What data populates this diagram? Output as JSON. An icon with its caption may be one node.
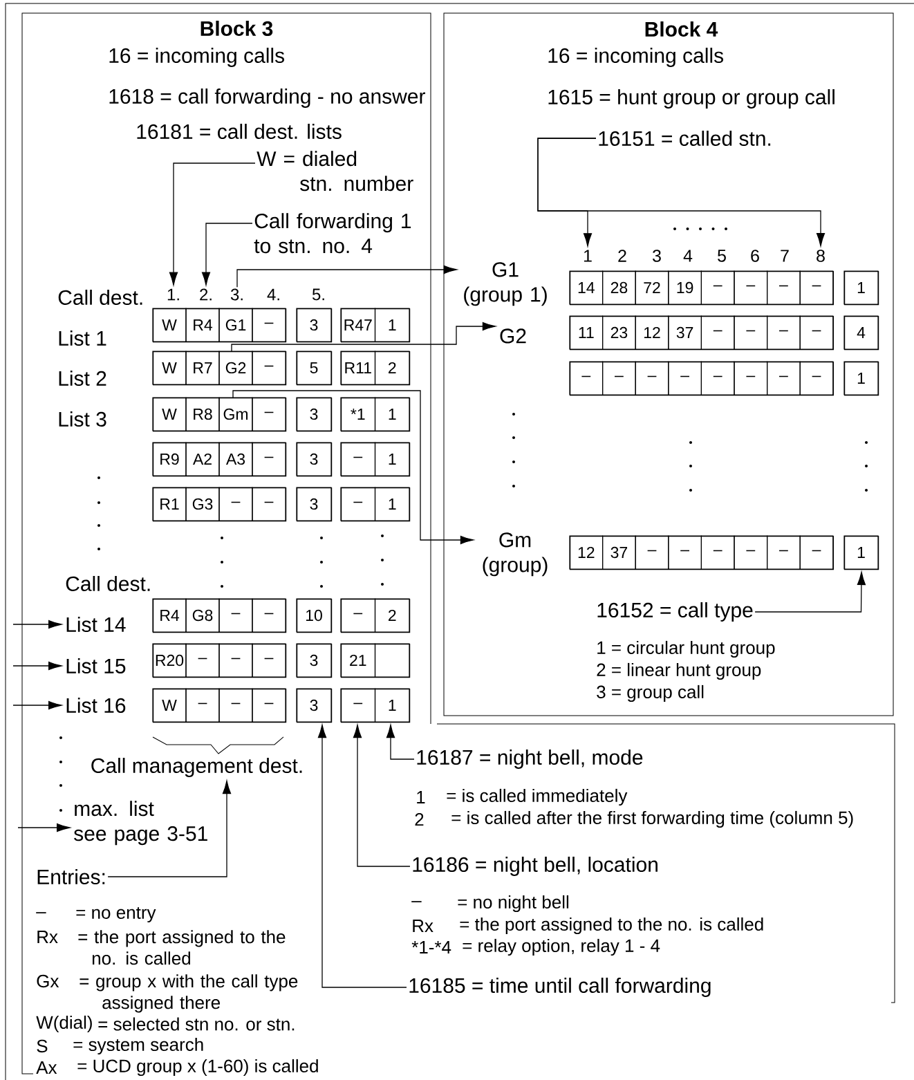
{
  "diagram": {
    "nodes": [
      {
        "text": [
          "Block 3"
        ]
      },
      {
        "text": [
          "Block 4"
        ]
      },
      {
        "text": [
          "W = dialed stn. number"
        ],
        "in": 0
      },
      {
        "text": [
          "Call forwarding 1 to stn. no. 4"
        ],
        "in": 0
      },
      {
        "text": [
          "1."
        ],
        "in": 0
      },
      {
        "text": [
          "2."
        ],
        "in": 0
      },
      {
        "text": [
          "3."
        ],
        "in": 0
      },
      {
        "text": [
          "W",
          "R4",
          "G1",
          "–"
        ],
        "in": 0
      },
      {
        "text": [
          "3"
        ],
        "in": 0
      },
      {
        "text": [
          "R47",
          "1"
        ],
        "in": 0
      },
      {
        "text": [
          "W",
          "R7",
          "G2",
          "–"
        ],
        "in": 0
      },
      {
        "text": [
          "5"
        ],
        "in": 0
      },
      {
        "text": [
          "R11",
          "2"
        ],
        "in": 0
      },
      {
        "text": [
          "W",
          "R8",
          "Gm",
          "–"
        ],
        "in": 0
      },
      {
        "text": [
          "3"
        ],
        "in": 0
      },
      {
        "text": [
          "*1",
          "1"
        ],
        "in": 0
      },
      {
        "text": [
          "R9",
          "A2",
          "A3",
          "–"
        ],
        "in": 0
      },
      {
        "text": [
          "3"
        ],
        "in": 0
      },
      {
        "text": [
          "–",
          "1"
        ],
        "in": 0
      },
      {
        "text": [
          "R1",
          "G3",
          "–",
          "–"
        ],
        "in": 0
      },
      {
        "text": [
          "3"
        ],
        "in": 0
      },
      {
        "text": [
          "–",
          "1"
        ],
        "in": 0
      },
      {
        "text": [
          "R4",
          "G8",
          "–",
          "–"
        ],
        "in": 0
      },
      {
        "text": [
          "10"
        ],
        "in": 0
      },
      {
        "text": [
          "–",
          "2"
        ],
        "in": 0
      },
      {
        "text": [
          "R20",
          "–",
          "–",
          "–"
        ],
        "in": 0
      },
      {
        "text": [
          "3"
        ],
        "in": 0
      },
      {
        "text": [
          "21"
        ],
        "in": 0
      },
      {
        "text": [
          "W",
          "–",
          "–",
          "–"
        ],
        "in": 0
      },
      {
        "text": [
          "3"
        ],
        "in": 0
      },
      {
        "text": [
          "–",
          "1"
        ],
        "in": 0
      },
      {
        "text": [
          "List 14"
        ],
        "in": 0
      },
      {
        "text": [
          "List 15"
        ],
        "in": 0
      },
      {
        "text": [
          "List 16"
        ],
        "in": 0
      },
      {
        "text": [
          "Call management dest."
        ],
        "in": 0
      },
      {
        "text": [
          "max. list see page 3-51"
        ],
        "in": 0
      },
      {
        "text": [
          "Entries:"
        ],
        "in": 0
      },
      {
        "text": [
          "16187 = night bell, mode"
        ]
      },
      {
        "text": [
          "16186 = night bell, location"
        ]
      },
      {
        "text": [
          "16185 = time until call forwarding"
        ]
      },
      {
        "text": [
          "16151 = called stn."
        ],
        "in": 1
      },
      {
        "text": [
          "1"
        ],
        "in": 1
      },
      {
        "text": [
          "8"
        ],
        "in": 1
      },
      {
        "text": [
          "G1 (group 1)"
        ],
        "in": 1
      },
      {
        "text": [
          "G2"
        ],
        "in": 1
      },
      {
        "text": [
          "Gm (group)"
        ],
        "in": 1
      },
      {
        "text": [
          "14",
          "28",
          "72",
          "19",
          "–",
          "–",
          "–",
          "–"
        ],
        "in": 1
      },
      {
        "text": [
          "1"
        ],
        "in": 1
      },
      {
        "text": [
          "11",
          "23",
          "12",
          "37",
          "–",
          "–",
          "–",
          "–"
        ],
        "in": 1
      },
      {
        "text": [
          "4"
        ],
        "in": 1
      },
      {
        "text": [
          "–",
          "–",
          "–",
          "–",
          "–",
          "–",
          "–",
          "–"
        ],
        "in": 1
      },
      {
        "text": [
          "1"
        ],
        "in": 1
      },
      {
        "text": [
          "12",
          "37",
          "–",
          "–",
          "–",
          "–",
          "–",
          "–"
        ],
        "in": 1
      },
      {
        "text": [
          "1"
        ],
        "in": 1
      },
      {
        "text": [
          "16152 = call type"
        ],
        "in": 1
      }
    ],
    "edges": [
      {
        "from": 2,
        "to": 4,
        "arrow": "to"
      },
      {
        "from": 3,
        "to": 5,
        "arrow": "to"
      },
      {
        "from": 6,
        "to": 43,
        "arrow": "to"
      },
      {
        "from": 10,
        "to": 44,
        "arrow": "to"
      },
      {
        "from": 13,
        "to": 45,
        "arrow": "to"
      },
      {
        "from": 40,
        "to": 41,
        "arrow": "to"
      },
      {
        "from": 40,
        "to": 42,
        "arrow": "to"
      },
      {
        "from": 54,
        "to": 53,
        "arrow": "to"
      },
      {
        "from": null,
        "to": 31,
        "arrow": "to"
      },
      {
        "from": null,
        "to": 32,
        "arrow": "to"
      },
      {
        "from": null,
        "to": 33,
        "arrow": "to"
      },
      {
        "from": null,
        "to": 35,
        "arrow": "to"
      },
      {
        "from": 36,
        "to": 34,
        "arrow": "to"
      },
      {
        "from": 37,
        "to": 30,
        "arrow": "to"
      },
      {
        "from": 38,
        "to": 30,
        "arrow": "to"
      },
      {
        "from": 39,
        "to": 29,
        "arrow": "to"
      }
    ],
    "labels": [
      "16 = incoming calls",
      "1618 = call forwarding - no answer",
      "16181 = call dest. lists",
      "16 = incoming calls",
      "1615 = hunt group or group call",
      "Call dest.",
      "4.",
      "5.",
      "List 1",
      "List 2",
      "List 3",
      "2",
      "3",
      "4",
      "5",
      "6",
      "7",
      "Call dest.",
      "1 = circular hunt group",
      "2 = linear hunt group",
      "3 = group call",
      "1",
      "= is called immediately",
      "2",
      "= is called after the first forwarding time (column 5)",
      "–",
      "= no night bell",
      "Rx",
      "= the port assigned to the no. is called",
      "*1-*4",
      "= relay option, relay 1 - 4",
      "–",
      "= no entry",
      "Rx",
      "= the port assigned to the no. is called",
      "Gx",
      "= group x with the call type assigned there",
      "W(dial)",
      "= selected stn no. or stn.",
      "S",
      "= system search",
      "Ax",
      "= UCD group x (1-60) is called"
    ]
  }
}
